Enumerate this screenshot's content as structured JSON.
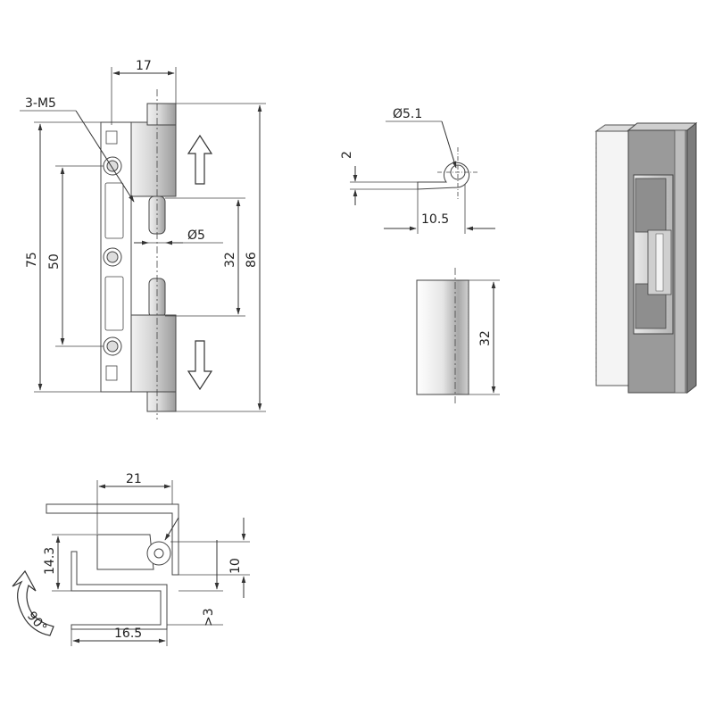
{
  "front_view": {
    "dims": {
      "width_top": "17",
      "screw_callout": "3-M5",
      "height_left": "75",
      "hole_spacing": "50",
      "pin_dia": "Ø5",
      "pin_gap": "32",
      "overall_height": "86"
    },
    "arrows": [
      "arrow-up",
      "arrow-down"
    ]
  },
  "side_view": {
    "dims": {
      "bore_dia": "Ø5.1",
      "thickness": "2",
      "offset": "10.5"
    }
  },
  "sleeve_view": {
    "dims": {
      "length": "32"
    }
  },
  "section_view": {
    "dims": {
      "top_width": "21",
      "left_height": "14.3",
      "bottom_width": "16.5",
      "right_height": "10",
      "gap": ">3",
      "rotation": "90°"
    }
  },
  "colors": {
    "line": "#333333",
    "metal_light": "#d8d8d8",
    "metal_dark": "#8c8c8c",
    "panel": "#a9a9a9"
  }
}
